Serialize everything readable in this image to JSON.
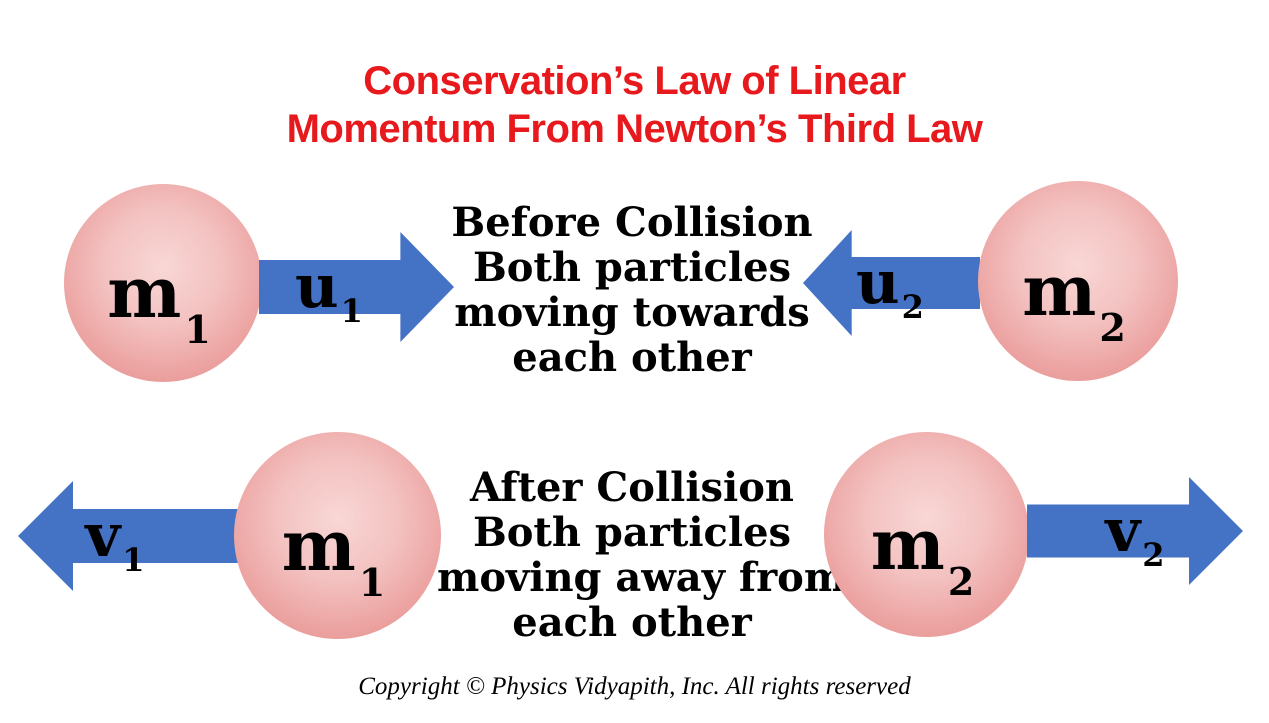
{
  "title": {
    "line1": "Conservation’s Law of Linear",
    "line2": "Momentum From Newton’s Third Law"
  },
  "before": {
    "lines": [
      "Before Collision",
      "Both particles",
      "moving towards",
      "each other"
    ]
  },
  "after": {
    "lines": [
      "After Collision",
      "Both particles",
      "moving away from",
      "each other"
    ]
  },
  "particles": {
    "before_left": {
      "mass": "m",
      "mass_sub": "1",
      "velocity": "u",
      "velocity_sub": "1",
      "direction": "right"
    },
    "before_right": {
      "mass": "m",
      "mass_sub": "2",
      "velocity": "u",
      "velocity_sub": "2",
      "direction": "left"
    },
    "after_left": {
      "mass": "m",
      "mass_sub": "1",
      "velocity": "v",
      "velocity_sub": "1",
      "direction": "left"
    },
    "after_right": {
      "mass": "m",
      "mass_sub": "2",
      "velocity": "v",
      "velocity_sub": "2",
      "direction": "right"
    }
  },
  "footer": {
    "copyright": "Copyright © Physics Vidyapith, Inc. All rights reserved"
  },
  "colors": {
    "title_red": "#e7191d",
    "arrow_blue": "#4472c4",
    "ball_center_pink": "#f8d7d5",
    "ball_edge_pink": "#e08c8c",
    "text_black": "#000000"
  }
}
